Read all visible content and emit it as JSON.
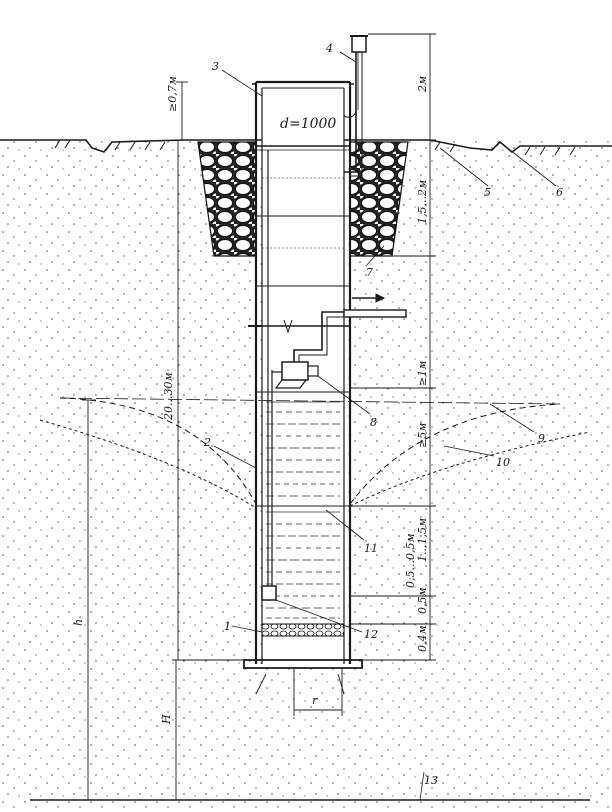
{
  "diagram": {
    "diameter_label": "d=1000",
    "callouts": [
      "1",
      "2",
      "3",
      "4",
      "5",
      "6",
      "7",
      "8",
      "9",
      "10",
      "11",
      "12",
      "13"
    ],
    "dimensions": {
      "above_ground": "≥0,7м",
      "pump_height": "2м",
      "clay_lock": "1,5...2м",
      "pump_clearance": "≥1м",
      "water_level": "≥5м",
      "well_depth": "20...30м",
      "mid_zone": "1...1,5м",
      "lower_zone": "0,5...0,5м",
      "intake_gap": "0,5м",
      "filter_layer": "0,4м",
      "radius": "r",
      "aquifer_H": "H",
      "head_h": "h"
    },
    "colors": {
      "ink": "#1a1a1a",
      "ground_dots": "#555555",
      "water_lines": "#333333",
      "background": "#ffffff"
    }
  }
}
